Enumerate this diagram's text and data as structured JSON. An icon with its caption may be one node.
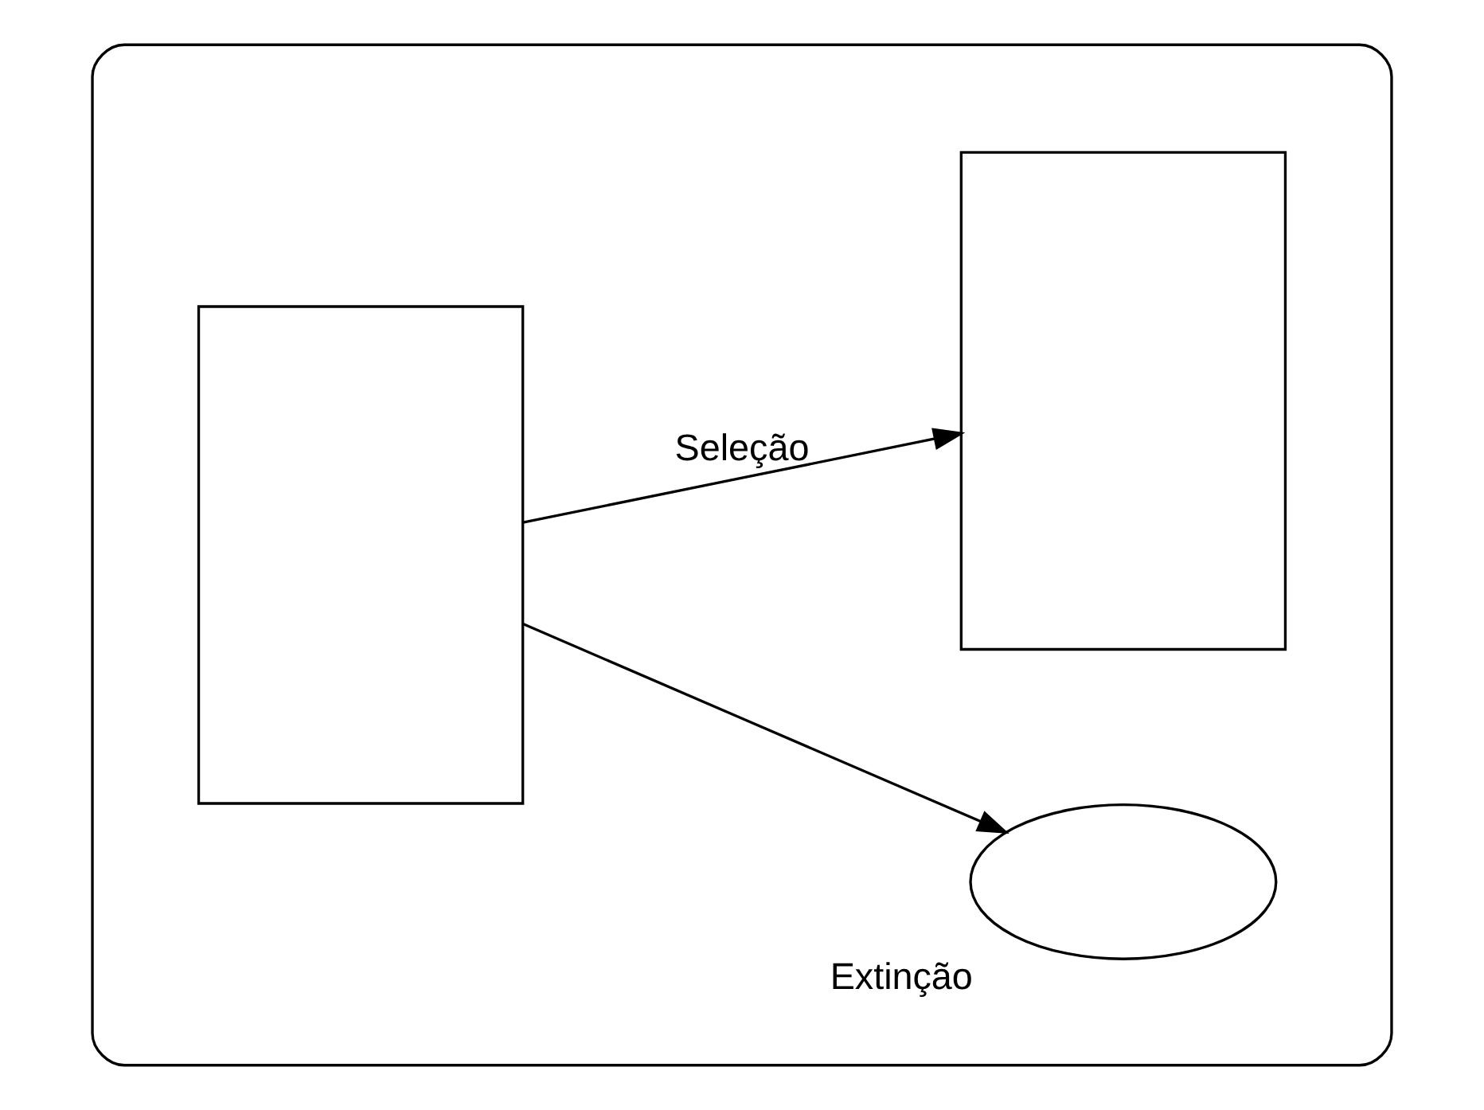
{
  "diagram": {
    "nodes": [
      {
        "text": [],
        "shape": "box"
      },
      {
        "text": [],
        "shape": "box",
        "in": 0
      },
      {
        "text": [],
        "shape": "ellipse",
        "in": 0,
        "beside": [
          "Extinção"
        ]
      },
      {
        "text": [],
        "shape": "box",
        "in": 0
      }
    ],
    "edges": [
      {
        "from": 1,
        "to": 2,
        "arrow": "to"
      },
      {
        "from": 1,
        "to": 3,
        "arrow": "to",
        "label": "Seleção"
      }
    ]
  }
}
